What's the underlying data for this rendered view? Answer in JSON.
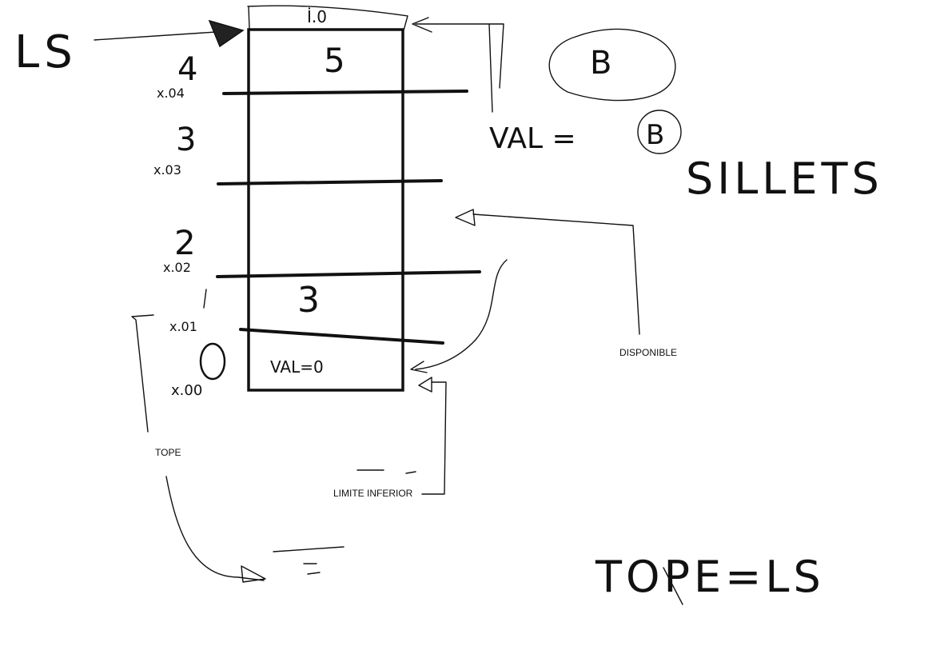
{
  "handwriting": {
    "ls_left": "LS",
    "top_value": "İ.0",
    "cell_top_value": "5",
    "idx4": "4",
    "idx4_sub": "x.04",
    "idx3": "3",
    "idx3_sub": "x.03",
    "idx2": "2",
    "idx2_sub": "x.02",
    "idx1_sub": "x.01",
    "idx0": "0",
    "idx0_sub": "x.00",
    "cell_mid_value": "3",
    "cell_bottom_text": "VAL=0",
    "circle_b_big": "B",
    "val_eq": "VAL =",
    "circle_b_small": "B",
    "sillets": "SILLETS",
    "bottom_formula": "TOPE=LS"
  },
  "labels": {
    "disponible": "DISPONIBLE",
    "tope": "TOPE",
    "limite_inferior": "LIMITE INFERIOR"
  }
}
